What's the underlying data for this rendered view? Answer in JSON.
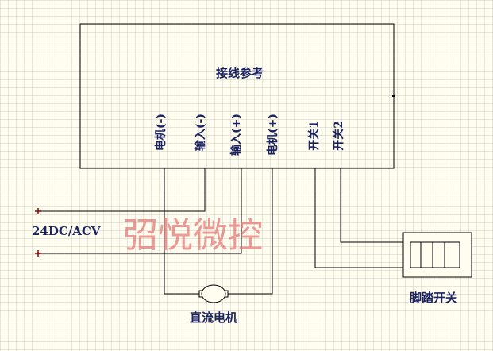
{
  "title": "接线参考",
  "terminals": [
    "电机(-)",
    "输入(-)",
    "输入(+)",
    "电机(+)",
    "开关1",
    "开关2"
  ],
  "power_label": "24DC/ACV",
  "motor_label": "直流电机",
  "foot_switch_label": "脚踏开关",
  "watermark": "弨悦微控",
  "colors": {
    "wire": "#000000",
    "text": "#1a2260",
    "terminal_mark": "#8b0000",
    "watermark": "#e07878",
    "background": "#fffdf0"
  }
}
